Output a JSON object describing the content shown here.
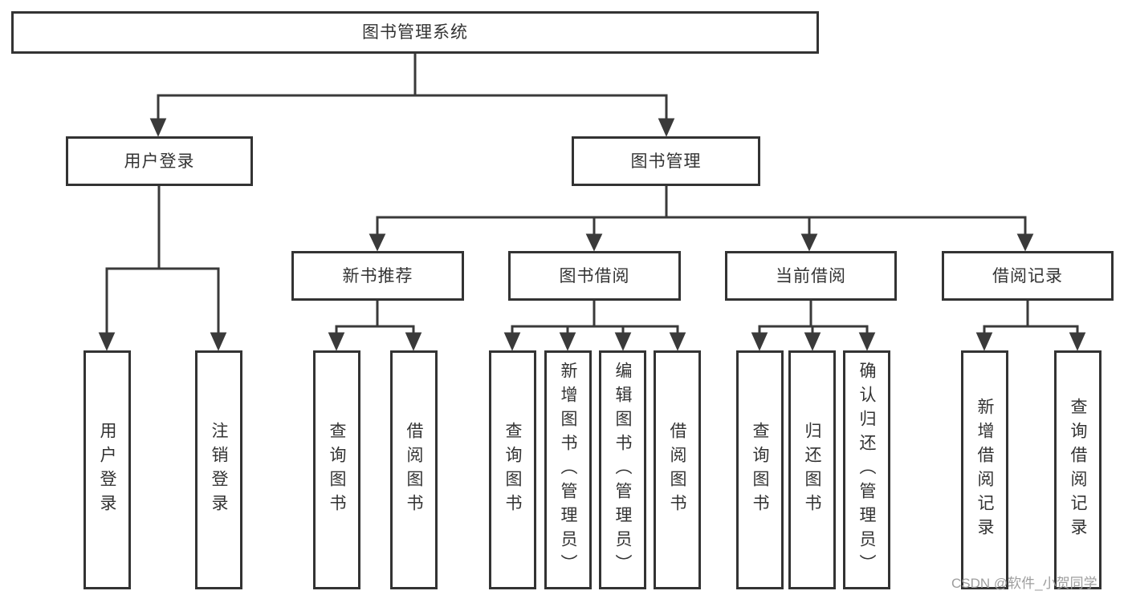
{
  "tree": {
    "root": "图书管理系统",
    "children": [
      {
        "label": "用户登录",
        "children": [
          {
            "label": "用户登录"
          },
          {
            "label": "注销登录"
          }
        ]
      },
      {
        "label": "图书管理",
        "children": [
          {
            "label": "新书推荐",
            "children": [
              {
                "label": "查询图书"
              },
              {
                "label": "借阅图书"
              }
            ]
          },
          {
            "label": "图书借阅",
            "children": [
              {
                "label": "查询图书"
              },
              {
                "label": "新增图书（管理员）"
              },
              {
                "label": "编辑图书（管理员）"
              },
              {
                "label": "借阅图书"
              }
            ]
          },
          {
            "label": "当前借阅",
            "children": [
              {
                "label": "查询图书"
              },
              {
                "label": "归还图书"
              },
              {
                "label": "确认归还（管理员）"
              }
            ]
          },
          {
            "label": "借阅记录",
            "children": [
              {
                "label": "新增借阅记录"
              },
              {
                "label": "查询借阅记录"
              }
            ]
          }
        ]
      }
    ]
  },
  "watermark": {
    "text": "CSDN @软件_小贺同学"
  },
  "colors": {
    "line": "#3a3a3a",
    "box_border": "#333333",
    "text": "#333333",
    "watermark": "#9e9e9e",
    "background": "#ffffff"
  }
}
